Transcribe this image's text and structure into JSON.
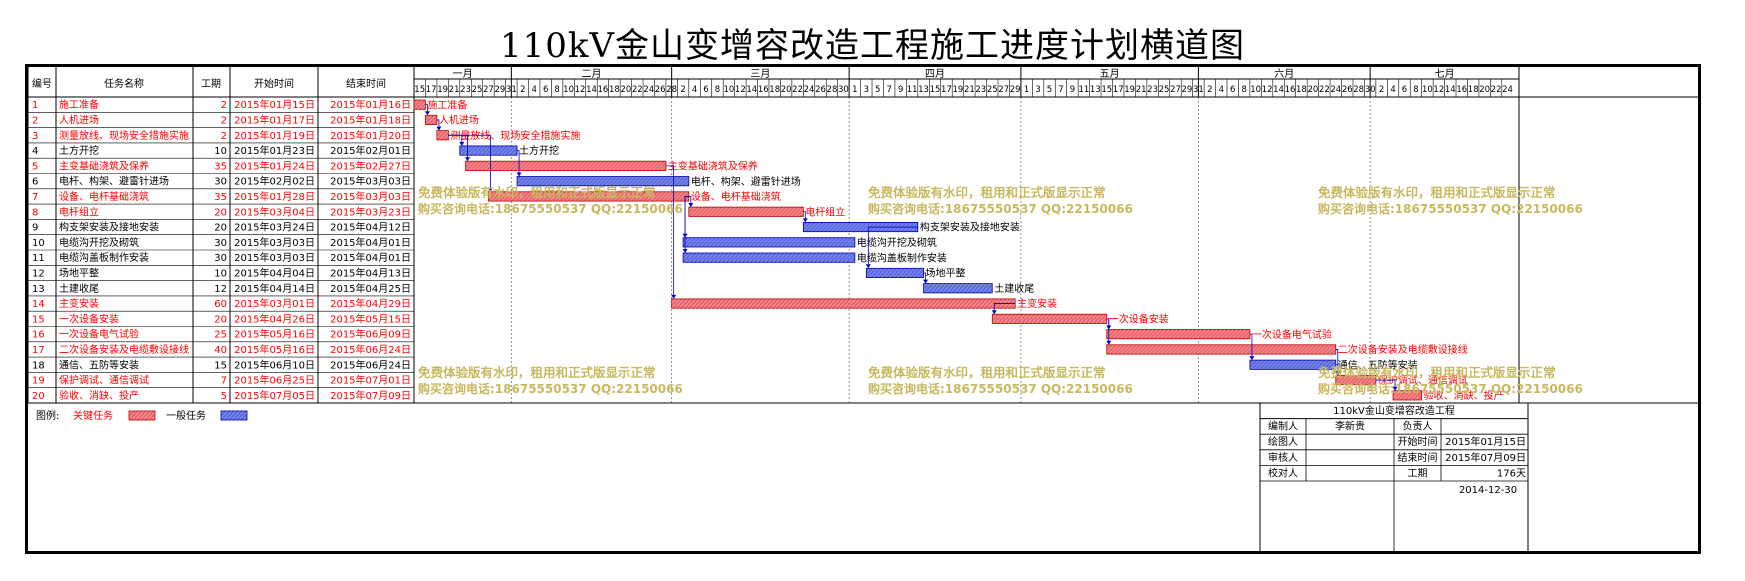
{
  "title": "110kV金山变增容改造工程施工进度计划横道图",
  "headers": {
    "no": "编号",
    "name": "任务名称",
    "dur": "工期",
    "start": "开始时间",
    "end": "结束时间"
  },
  "chart_data": {
    "type": "gantt",
    "months": [
      "一月",
      "二月",
      "三月",
      "四月",
      "五月",
      "六月",
      "七月"
    ],
    "day_ticks": {
      "一月": [
        15,
        17,
        19,
        21,
        23,
        25,
        27,
        29,
        31
      ],
      "二月": [
        2,
        4,
        6,
        8,
        10,
        12,
        14,
        16,
        18,
        20,
        22,
        24,
        26,
        28
      ],
      "三月": [
        2,
        4,
        6,
        8,
        10,
        12,
        14,
        16,
        18,
        20,
        22,
        24,
        26,
        28,
        30
      ],
      "四月": [
        1,
        3,
        5,
        7,
        9,
        11,
        13,
        15,
        17,
        19,
        21,
        23,
        25,
        27,
        29
      ],
      "五月": [
        1,
        3,
        5,
        7,
        9,
        11,
        13,
        15,
        17,
        19,
        21,
        23,
        25,
        27,
        29,
        31
      ],
      "六月": [
        2,
        4,
        6,
        8,
        10,
        12,
        14,
        16,
        18,
        20,
        22,
        24,
        26,
        28,
        30
      ],
      "七月": [
        2,
        4,
        6,
        8,
        10,
        12,
        14,
        16,
        18,
        20,
        22,
        24
      ]
    },
    "tasks": [
      {
        "id": "1",
        "name": "施工准备",
        "duration": "2",
        "start": "2015年01月15日",
        "end": "2015年01月16日",
        "critical": true,
        "s": "2015-01-15",
        "e": "2015-01-16"
      },
      {
        "id": "2",
        "name": "人机进场",
        "duration": "2",
        "start": "2015年01月17日",
        "end": "2015年01月18日",
        "critical": true,
        "s": "2015-01-17",
        "e": "2015-01-18"
      },
      {
        "id": "3",
        "name": "测量放线、现场安全措施实施",
        "duration": "2",
        "start": "2015年01月19日",
        "end": "2015年01月20日",
        "critical": true,
        "s": "2015-01-19",
        "e": "2015-01-20"
      },
      {
        "id": "4",
        "name": "土方开挖",
        "duration": "10",
        "start": "2015年01月23日",
        "end": "2015年02月01日",
        "critical": false,
        "s": "2015-01-23",
        "e": "2015-02-01"
      },
      {
        "id": "5",
        "name": "主变基础浇筑及保养",
        "duration": "35",
        "start": "2015年01月24日",
        "end": "2015年02月27日",
        "critical": true,
        "s": "2015-01-24",
        "e": "2015-02-27"
      },
      {
        "id": "6",
        "name": "电杆、构架、避雷针进场",
        "duration": "30",
        "start": "2015年02月02日",
        "end": "2015年03月03日",
        "critical": false,
        "s": "2015-02-02",
        "e": "2015-03-03"
      },
      {
        "id": "7",
        "name": "设备、电杆基础浇筑",
        "duration": "35",
        "start": "2015年01月28日",
        "end": "2015年03月03日",
        "critical": true,
        "s": "2015-01-28",
        "e": "2015-03-03"
      },
      {
        "id": "8",
        "name": "电杆组立",
        "duration": "20",
        "start": "2015年03月04日",
        "end": "2015年03月23日",
        "critical": true,
        "s": "2015-03-04",
        "e": "2015-03-23"
      },
      {
        "id": "9",
        "name": "构支架安装及接地安装",
        "duration": "20",
        "start": "2015年03月24日",
        "end": "2015年04月12日",
        "critical": false,
        "s": "2015-03-24",
        "e": "2015-04-12"
      },
      {
        "id": "10",
        "name": "电缆沟开挖及砌筑",
        "duration": "30",
        "start": "2015年03月03日",
        "end": "2015年04月01日",
        "critical": false,
        "s": "2015-03-03",
        "e": "2015-04-01"
      },
      {
        "id": "11",
        "name": "电缆沟盖板制作安装",
        "duration": "30",
        "start": "2015年03月03日",
        "end": "2015年04月01日",
        "critical": false,
        "s": "2015-03-03",
        "e": "2015-04-01"
      },
      {
        "id": "12",
        "name": "场地平整",
        "duration": "10",
        "start": "2015年04月04日",
        "end": "2015年04月13日",
        "critical": false,
        "s": "2015-04-04",
        "e": "2015-04-13"
      },
      {
        "id": "13",
        "name": "土建收尾",
        "duration": "12",
        "start": "2015年04月14日",
        "end": "2015年04月25日",
        "critical": false,
        "s": "2015-04-14",
        "e": "2015-04-25"
      },
      {
        "id": "14",
        "name": "主变安装",
        "duration": "60",
        "start": "2015年03月01日",
        "end": "2015年04月29日",
        "critical": true,
        "s": "2015-03-01",
        "e": "2015-04-29"
      },
      {
        "id": "15",
        "name": "一次设备安装",
        "duration": "20",
        "start": "2015年04月26日",
        "end": "2015年05月15日",
        "critical": true,
        "s": "2015-04-26",
        "e": "2015-05-15"
      },
      {
        "id": "16",
        "name": "一次设备电气试验",
        "duration": "25",
        "start": "2015年05月16日",
        "end": "2015年06月09日",
        "critical": true,
        "s": "2015-05-16",
        "e": "2015-06-09"
      },
      {
        "id": "17",
        "name": "二次设备安装及电缆敷设接线",
        "duration": "40",
        "start": "2015年05月16日",
        "end": "2015年06月24日",
        "critical": true,
        "s": "2015-05-16",
        "e": "2015-06-24"
      },
      {
        "id": "18",
        "name": "通信、五防等安装",
        "duration": "15",
        "start": "2015年06月10日",
        "end": "2015年06月24日",
        "critical": false,
        "s": "2015-06-10",
        "e": "2015-06-24"
      },
      {
        "id": "19",
        "name": "保护调试、通信调试",
        "duration": "7",
        "start": "2015年06月25日",
        "end": "2015年07月01日",
        "critical": true,
        "s": "2015-06-25",
        "e": "2015-07-01"
      },
      {
        "id": "20",
        "name": "验收、消缺、投产",
        "duration": "5",
        "start": "2015年07月05日",
        "end": "2015年07月09日",
        "critical": true,
        "s": "2015-07-05",
        "e": "2015-07-09"
      }
    ],
    "links": [
      [
        1,
        2
      ],
      [
        2,
        3
      ],
      [
        3,
        4
      ],
      [
        3,
        5
      ],
      [
        4,
        6
      ],
      [
        3,
        7
      ],
      [
        7,
        8
      ],
      [
        8,
        9
      ],
      [
        7,
        10
      ],
      [
        7,
        11
      ],
      [
        9,
        12
      ],
      [
        12,
        13
      ],
      [
        5,
        14
      ],
      [
        14,
        15
      ],
      [
        15,
        16
      ],
      [
        15,
        17
      ],
      [
        16,
        18
      ],
      [
        17,
        19
      ],
      [
        18,
        19
      ],
      [
        19,
        20
      ]
    ],
    "axis_start": "2015-01-15",
    "axis_end": "2015-07-26",
    "colors": {
      "critical": "#e8666c",
      "critical_border": "#c00000",
      "normal": "#5d6be0",
      "normal_border": "#0000b0",
      "link": "#0000cc",
      "critical_text": "#ff0000",
      "watermark": "#c9b860"
    }
  },
  "legend": {
    "label": "图例:",
    "critical": "关键任务",
    "normal": "一般任务"
  },
  "watermark": {
    "line1": "免费体验版有水印，租用和正式版显示正常",
    "line2": "购买咨询电话:18675550537 QQ:22150066"
  },
  "info": {
    "project": "110kV金山变增容改造工程",
    "rows": [
      [
        "编制人",
        "李新贵",
        "负责人",
        ""
      ],
      [
        "绘图人",
        "",
        "开始时间",
        "2015年01月15日"
      ],
      [
        "审核人",
        "",
        "结束时间",
        "2015年07月09日"
      ],
      [
        "校对人",
        "",
        "工期",
        "176天"
      ]
    ],
    "date": "2014-12-30"
  }
}
